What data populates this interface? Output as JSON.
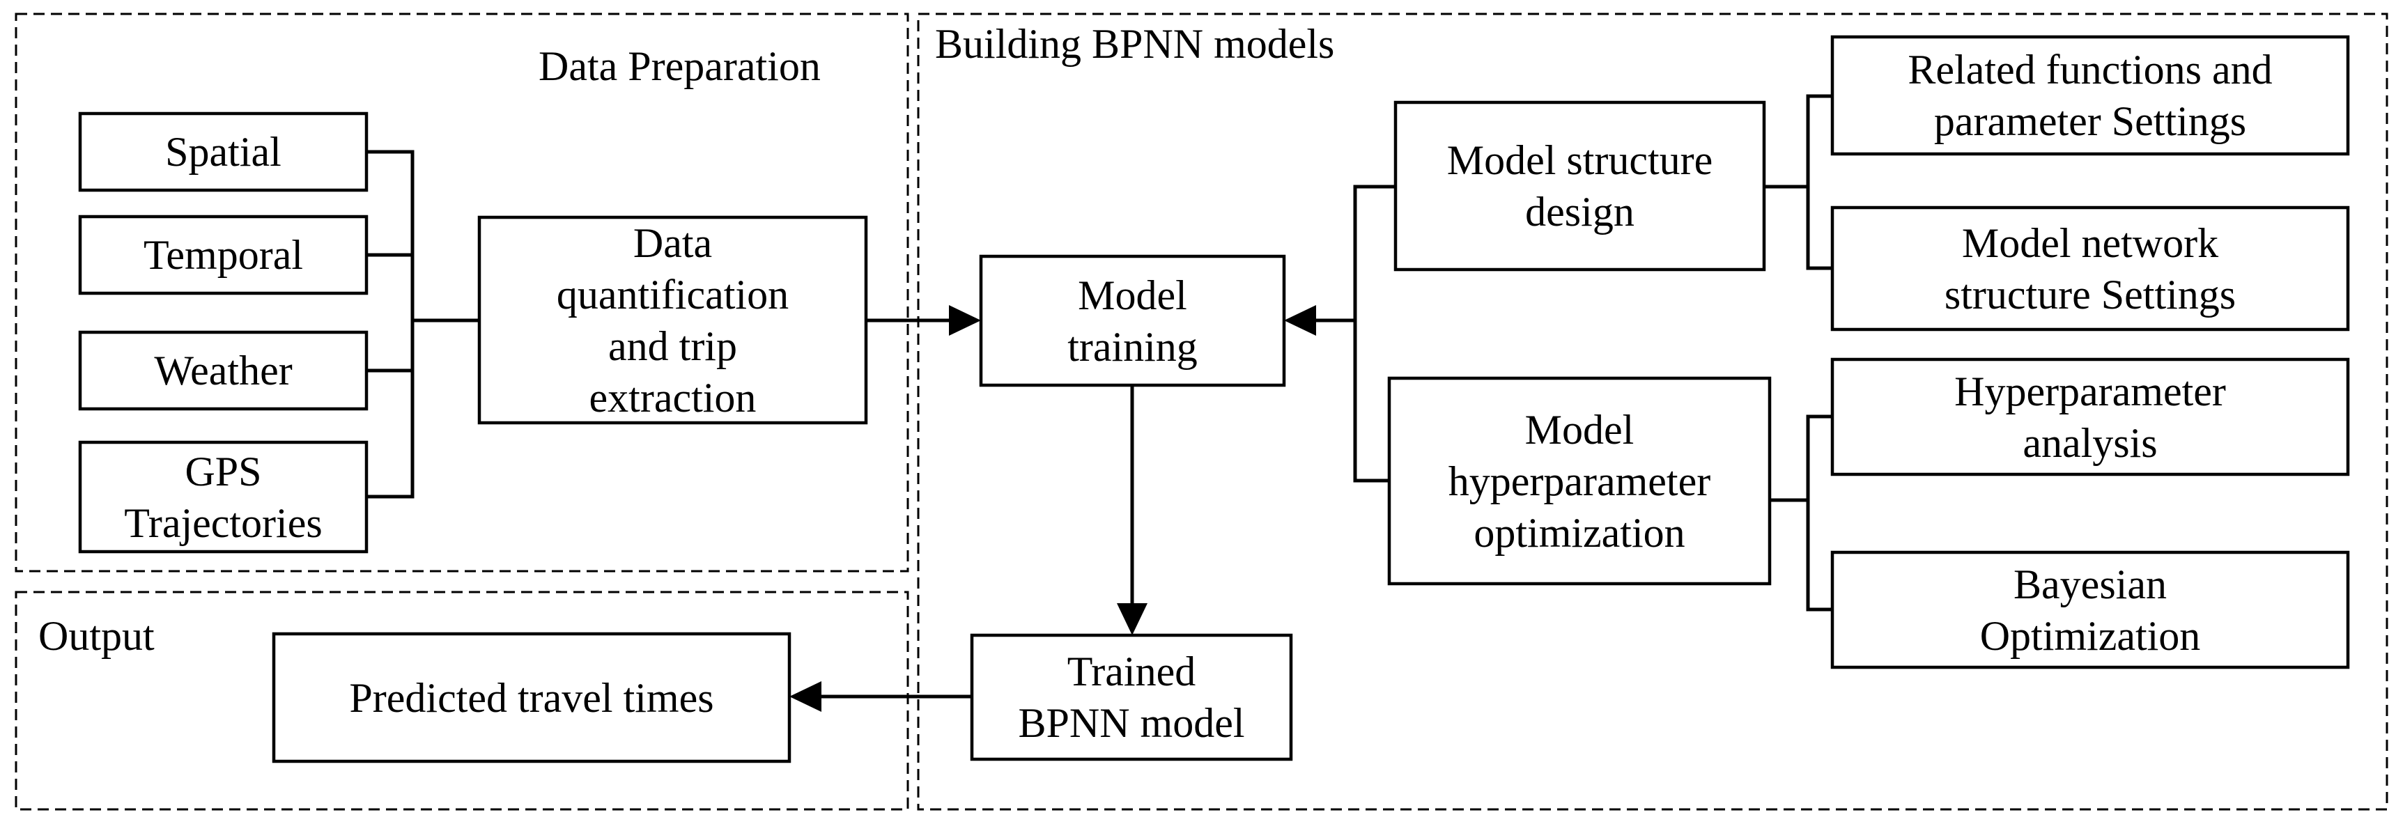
{
  "regions": {
    "data_preparation": {
      "title": "Data Preparation"
    },
    "building": {
      "title": "Building BPNN models"
    },
    "output": {
      "title": "Output"
    }
  },
  "inputs": [
    {
      "lines": [
        "Spatial"
      ]
    },
    {
      "lines": [
        "Temporal"
      ]
    },
    {
      "lines": [
        "Weather"
      ]
    },
    {
      "lines": [
        "GPS",
        "Trajectories"
      ]
    }
  ],
  "processing": {
    "quantification": {
      "lines": [
        "Data",
        "quantification",
        "and trip",
        "extraction"
      ]
    },
    "training": {
      "lines": [
        "Model",
        "training"
      ]
    },
    "trained": {
      "lines": [
        "Trained",
        "BPNN model"
      ]
    },
    "predicted": {
      "lines": [
        "Predicted travel times"
      ]
    }
  },
  "design": {
    "structure": {
      "lines": [
        "Model structure",
        "design"
      ]
    },
    "hyper": {
      "lines": [
        "Model",
        "hyperparameter",
        "optimization"
      ]
    }
  },
  "details": [
    {
      "lines": [
        "Related functions and",
        "parameter Settings"
      ]
    },
    {
      "lines": [
        "Model network",
        "structure Settings"
      ]
    },
    {
      "lines": [
        "Hyperparameter",
        "analysis"
      ]
    },
    {
      "lines": [
        "Bayesian",
        "Optimization"
      ]
    }
  ]
}
